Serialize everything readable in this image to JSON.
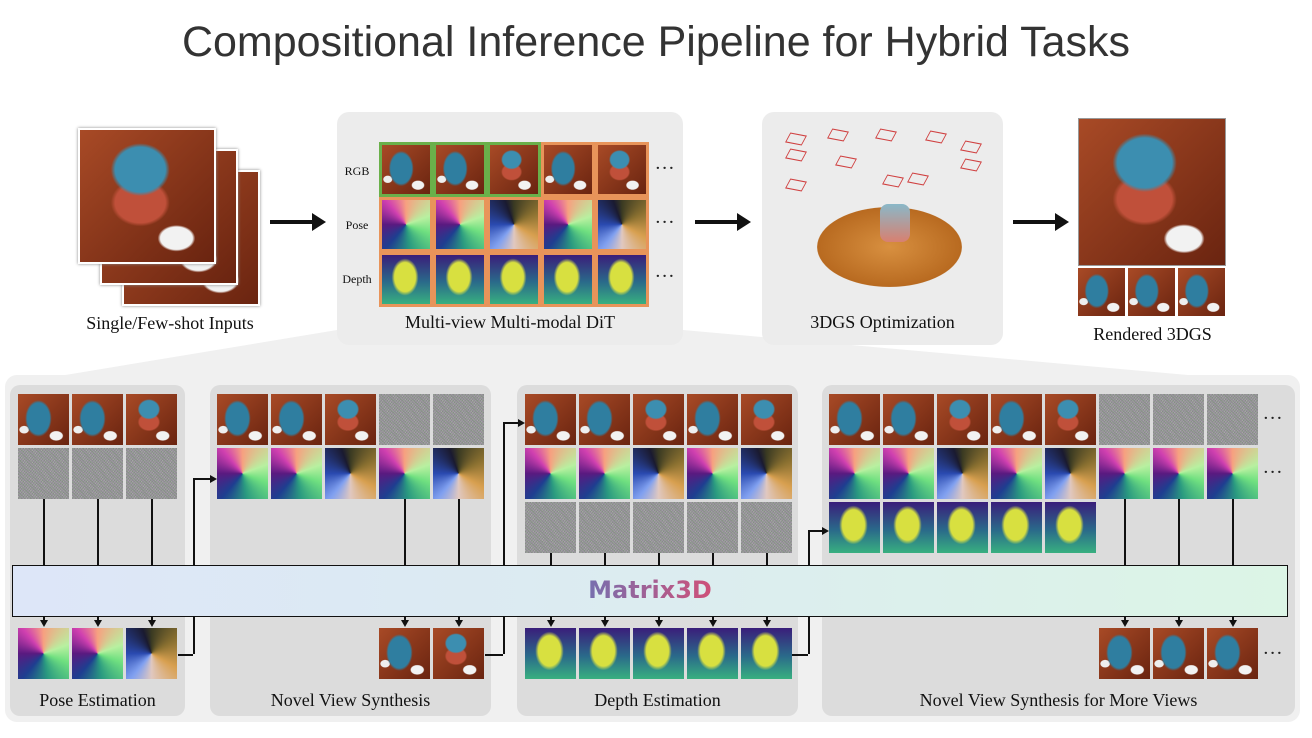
{
  "title": "Compositional Inference Pipeline for Hybrid Tasks",
  "top": {
    "inputs_label": "Single/Few-shot Inputs",
    "dit_label": "Multi-view Multi-modal DiT",
    "dit_rows": [
      "RGB",
      "Pose",
      "Depth"
    ],
    "dit_tiles": [
      [
        "rgb-a",
        "rgb-a",
        "rgb-b",
        "rgb-a",
        "rgb-b"
      ],
      [
        "pose-a",
        "pose-a",
        "pose-b",
        "pose-a",
        "pose-b"
      ],
      [
        "depth",
        "depth",
        "depth",
        "depth",
        "depth"
      ]
    ],
    "dit_conditioned_count": 3,
    "gs_label": "3DGS Optimization",
    "rendered_label": "Rendered 3DGS",
    "ellipsis": "···"
  },
  "bottom": {
    "model_name": "Matrix3D",
    "tasks": [
      {
        "label": "Pose Estimation",
        "inputs": [
          [
            "rgb-a",
            "rgb-a",
            "rgb-b"
          ],
          [
            "noise",
            "noise",
            "noise"
          ]
        ],
        "outputs": [
          "pose-a",
          "pose-a",
          "pose-b"
        ]
      },
      {
        "label": "Novel View Synthesis",
        "inputs": [
          [
            "rgb-a",
            "rgb-a",
            "rgb-b",
            "noise",
            "noise"
          ],
          [
            "pose-a",
            "pose-a",
            "pose-b",
            "pose-a",
            "pose-b"
          ]
        ],
        "outputs": [
          "rgb-a",
          "rgb-b"
        ]
      },
      {
        "label": "Depth Estimation",
        "inputs": [
          [
            "rgb-a",
            "rgb-a",
            "rgb-b",
            "rgb-a",
            "rgb-b"
          ],
          [
            "pose-a",
            "pose-a",
            "pose-b",
            "pose-a",
            "pose-b"
          ],
          [
            "noise",
            "noise",
            "noise",
            "noise",
            "noise"
          ]
        ],
        "outputs": [
          "depth",
          "depth",
          "depth",
          "depth",
          "depth"
        ]
      },
      {
        "label": "Novel View Synthesis for More Views",
        "inputs": [
          [
            "rgb-a",
            "rgb-a",
            "rgb-b",
            "rgb-a",
            "rgb-b",
            "noise",
            "noise",
            "noise"
          ],
          [
            "pose-a",
            "pose-a",
            "pose-b",
            "pose-a",
            "pose-b",
            "pose-a",
            "pose-a",
            "pose-a"
          ],
          [
            "depth",
            "depth",
            "depth",
            "depth",
            "depth"
          ]
        ],
        "outputs": [
          "rgb-a",
          "rgb-a",
          "rgb-a"
        ]
      }
    ]
  },
  "colors": {
    "conditioned_border": "#6ab04a",
    "generated_border": "#e8945a",
    "model_gradient_start": "#5a78c0",
    "model_gradient_end": "#e06650"
  }
}
